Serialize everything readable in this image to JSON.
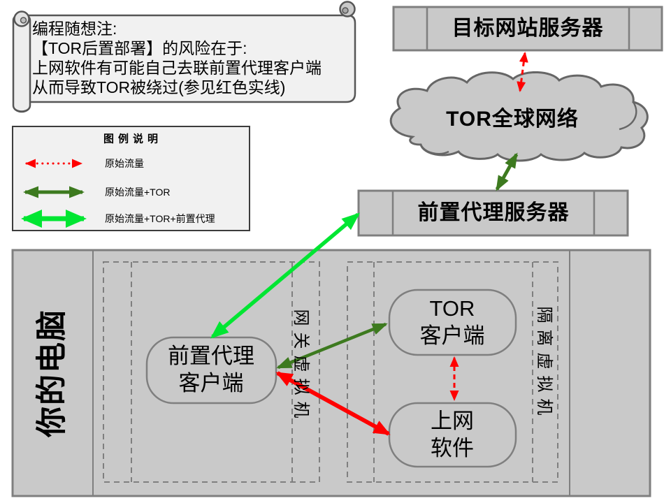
{
  "note": {
    "lines": [
      "编程随想注:",
      "【TOR后置部署】的风险在于:",
      "上网软件有可能自己去联前置代理客户端",
      "从而导致TOR被绕过(参见红色实线)"
    ]
  },
  "legend": {
    "title": "图例说明",
    "items": [
      {
        "label": "原始流量",
        "style": "red-dotted-arrow"
      },
      {
        "label": "原始流量+TOR",
        "style": "dark-green-arrow"
      },
      {
        "label": "原始流量+TOR+前置代理",
        "style": "bright-green-arrow"
      }
    ]
  },
  "nodes": {
    "target_server": "目标网站服务器",
    "tor_network": "TOR全球网络",
    "front_proxy_server": "前置代理服务器",
    "your_computer": "你的电脑",
    "gateway_vm": "网关虚拟机",
    "isolated_vm": "隔离虚拟机",
    "front_proxy_client": {
      "line1": "前置代理",
      "line2": "客户端"
    },
    "tor_client": {
      "line1": "TOR",
      "line2": "客户端"
    },
    "net_app": {
      "line1": "上网",
      "line2": "软件"
    }
  },
  "colors": {
    "red": "#ff0000",
    "dark_green": "#3d7a1f",
    "bright_green": "#00e632",
    "box_fill": "#c9c9c9",
    "box_border": "#7f7f7f",
    "panel_fill": "#f1f1f1"
  }
}
